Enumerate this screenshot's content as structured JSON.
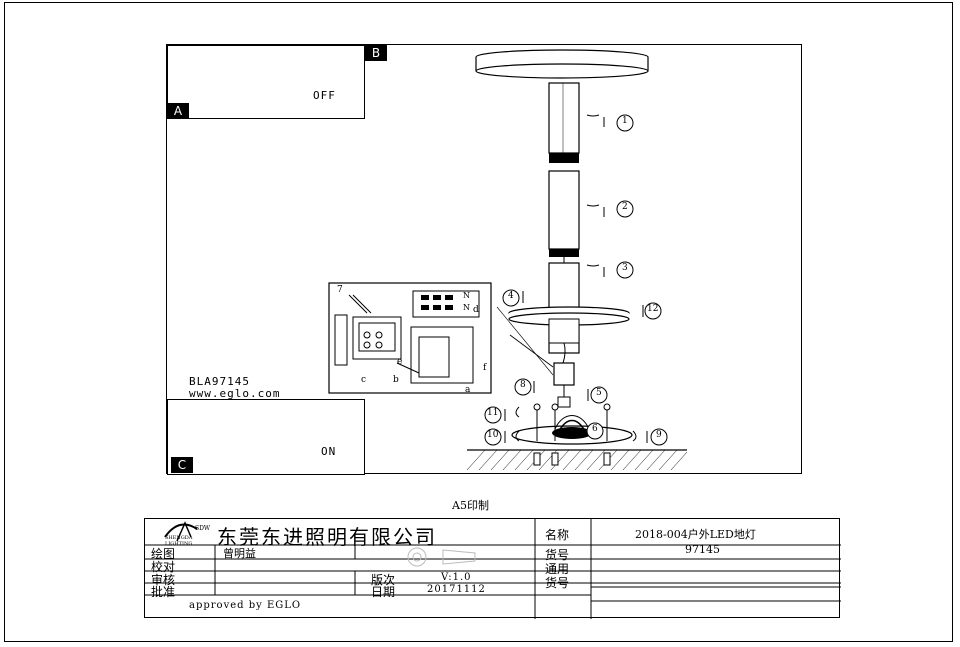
{
  "sheet": {
    "print_size": "A5印制",
    "model_label": "BLA97145",
    "website": "www.eglo.com"
  },
  "insets": {
    "a": {
      "tag": "A",
      "switch_label": "OFF"
    },
    "b": {
      "tag": "B"
    },
    "c": {
      "tag": "C",
      "switch_label": "ON"
    }
  },
  "steps": [
    "1",
    "2",
    "3",
    "4",
    "5",
    "6",
    "7",
    "8",
    "9",
    "10",
    "11",
    "12"
  ],
  "detail_letters": [
    "a",
    "b",
    "c",
    "d",
    "e",
    "f"
  ],
  "terminal_labels": [
    "N",
    "N"
  ],
  "title_block": {
    "logo_text": "SHENGDA LIGHTING",
    "logo_mark": "SDW",
    "company": "东莞东进照明有限公司",
    "name_label": "名称",
    "name_value": "2018-004户外LED地灯",
    "item_no_label": "货号",
    "item_no_value": "97145",
    "drawn_label": "绘图",
    "drawn_value": "曾明益",
    "checked_label": "校对",
    "reviewed_label": "审核",
    "approved_label": "批准",
    "version_label": "版次",
    "version_value": "V:1.0",
    "date_label": "日期",
    "date_value": "20171112",
    "general_item_label_1": "通用",
    "general_item_label_2": "货号",
    "approved_by": "approved by EGLO"
  }
}
